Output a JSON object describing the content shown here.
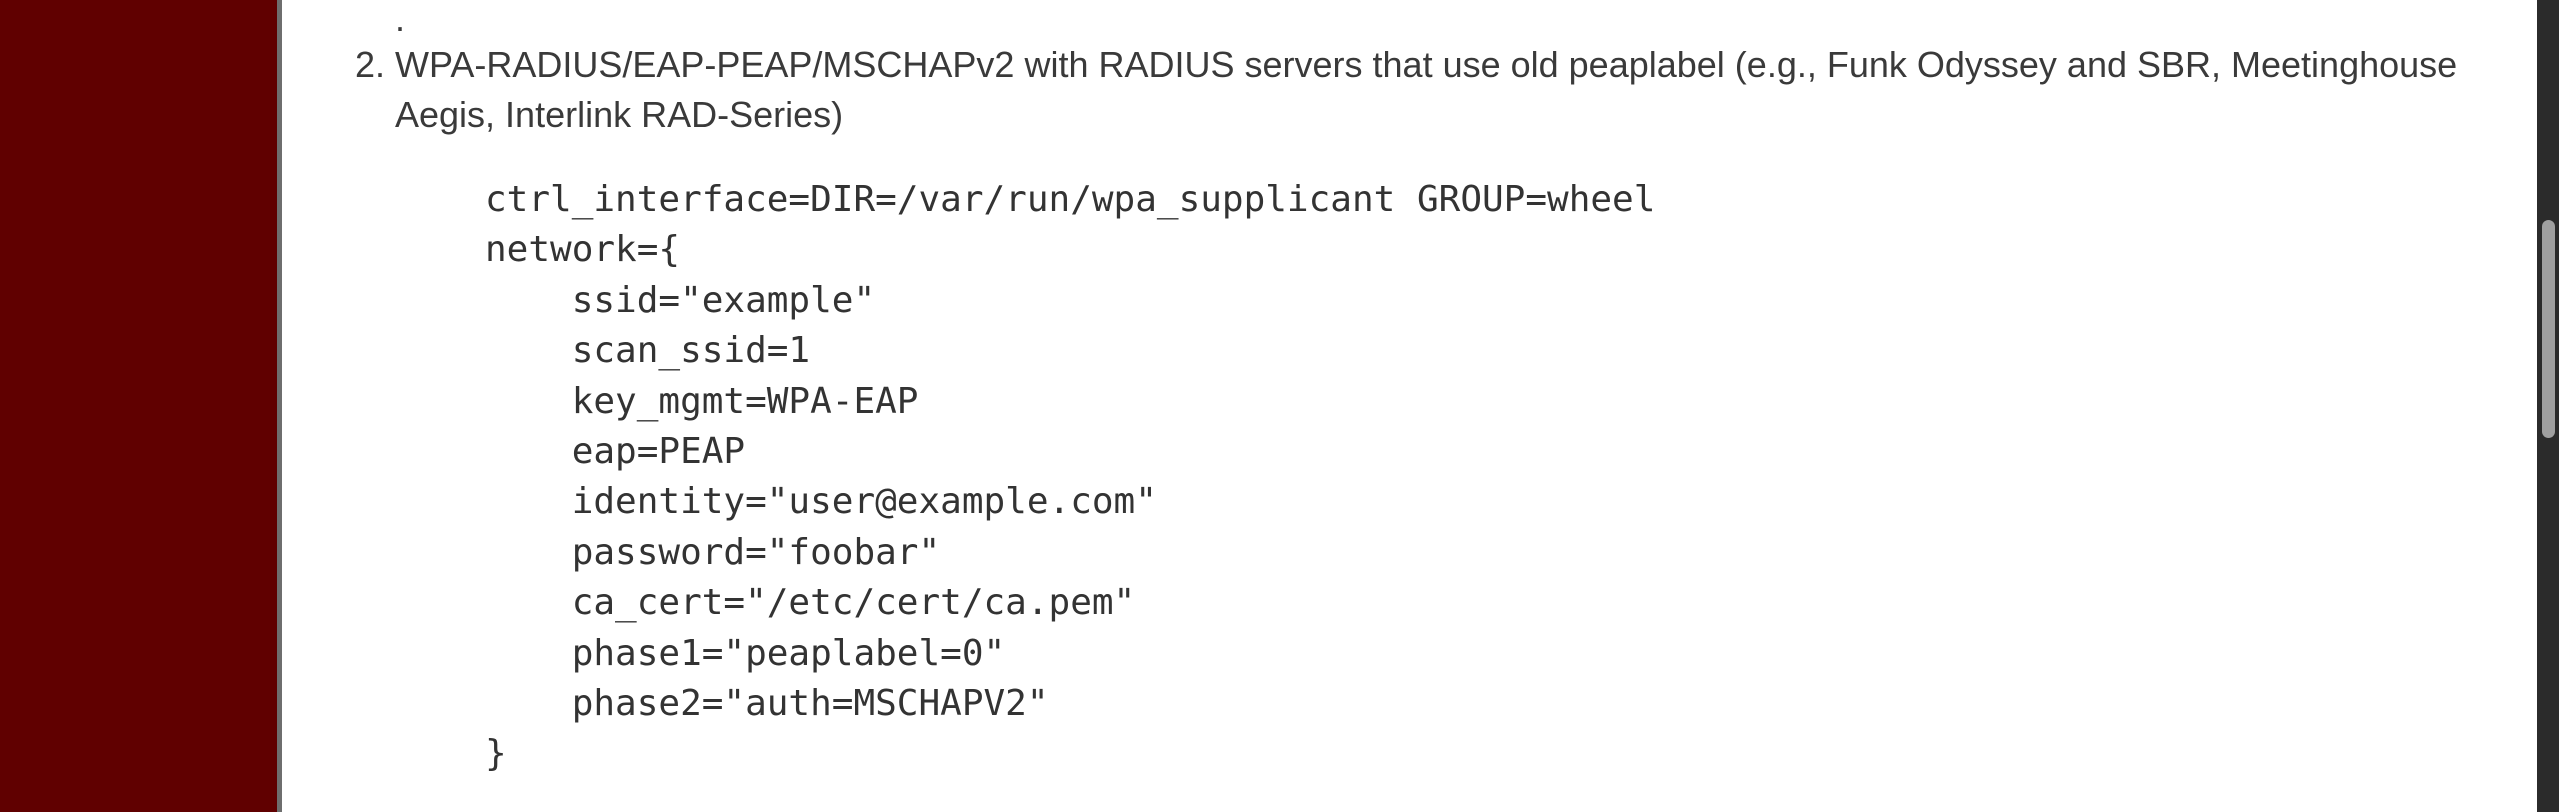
{
  "content": {
    "prev_item_tail": ".",
    "list_item": {
      "number": "2.",
      "text": "WPA-RADIUS/EAP-PEAP/MSCHAPv2 with RADIUS servers that use old peaplabel (e.g., Funk Odyssey and SBR, Meetinghouse Aegis, Interlink RAD-Series)"
    },
    "code": "ctrl_interface=DIR=/var/run/wpa_supplicant GROUP=wheel\nnetwork={\n    ssid=\"example\"\n    scan_ssid=1\n    key_mgmt=WPA-EAP\n    eap=PEAP\n    identity=\"user@example.com\"\n    password=\"foobar\"\n    ca_cert=\"/etc/cert/ca.pem\"\n    phase1=\"peaplabel=0\"\n    phase2=\"auth=MSCHAPV2\"\n}"
  },
  "colors": {
    "sidebar": "#600000",
    "scrollbar": "#2b2b2b",
    "thumb": "#a0a0a0"
  }
}
